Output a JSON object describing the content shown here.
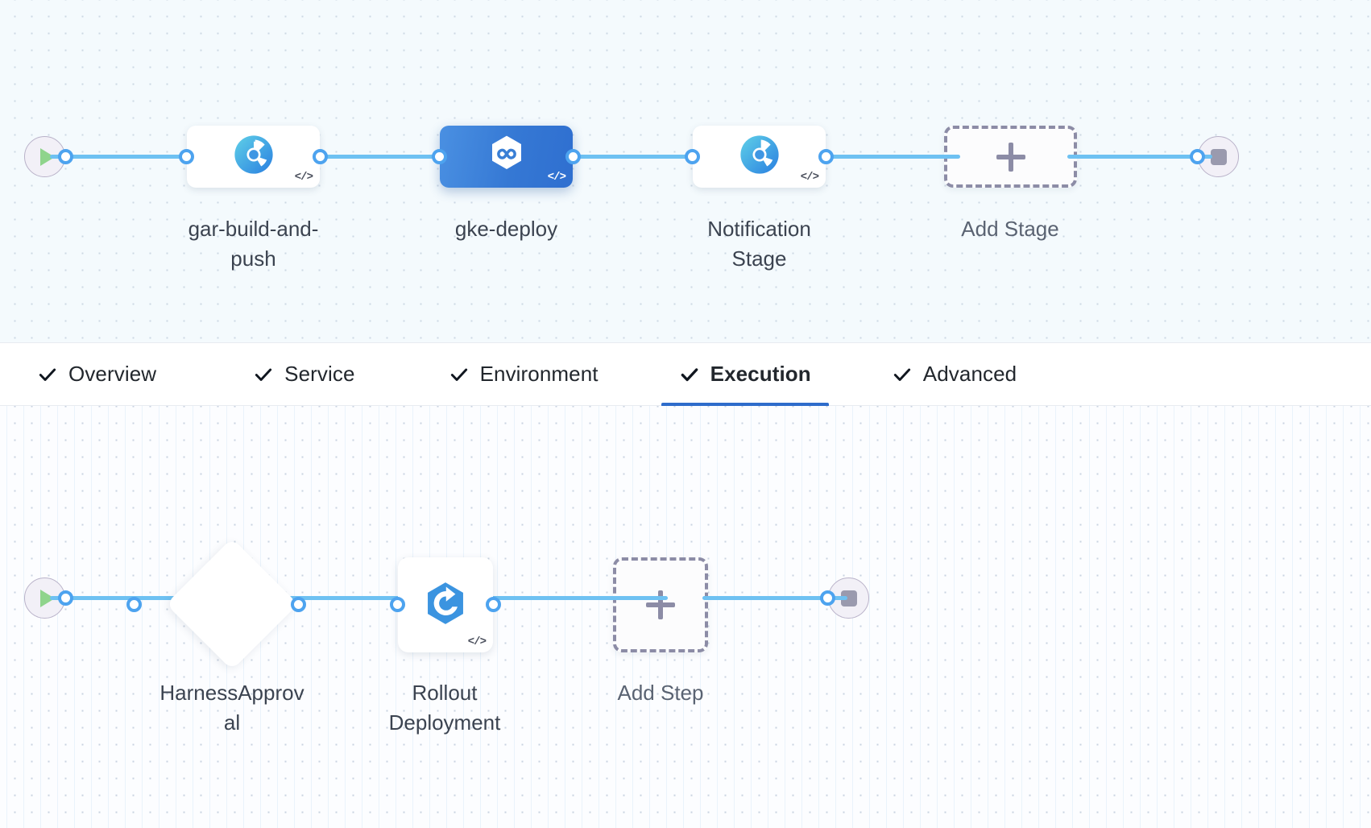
{
  "stage_canvas": {
    "start_node": {
      "name": "Pipeline Start",
      "icon": "play-icon"
    },
    "end_node": {
      "name": "Pipeline End",
      "icon": "stop-icon"
    },
    "stages": [
      {
        "label": "gar-build-and-\npush",
        "icon": "harness-custom-stage-icon",
        "badge": "</>",
        "selected": false
      },
      {
        "label": "gke-deploy",
        "icon": "harness-deploy-stage-icon",
        "badge": "</>",
        "selected": true
      },
      {
        "label": "Notification\nStage",
        "icon": "harness-custom-stage-icon",
        "badge": "</>",
        "selected": false
      }
    ],
    "add_stage": {
      "label": "Add Stage",
      "icon": "plus-icon"
    }
  },
  "tabs": {
    "items": [
      {
        "label": "Overview",
        "icon": "check-icon",
        "active": false
      },
      {
        "label": "Service",
        "icon": "check-icon",
        "active": false
      },
      {
        "label": "Environment",
        "icon": "check-icon",
        "active": false
      },
      {
        "label": "Execution",
        "icon": "check-icon",
        "active": true
      },
      {
        "label": "Advanced",
        "icon": "check-icon",
        "active": false
      }
    ],
    "active_indicator_color": "#2e6ccb"
  },
  "step_canvas": {
    "start_node": {
      "name": "Execution Start",
      "icon": "play-icon"
    },
    "end_node": {
      "name": "Execution End",
      "icon": "stop-icon"
    },
    "steps": [
      {
        "label": "HarnessApprov\nal",
        "icon": "harness-approval-icon",
        "shape": "diamond",
        "badge": ""
      },
      {
        "label": "Rollout\nDeployment",
        "icon": "k8s-rollout-icon",
        "shape": "square",
        "badge": "</>"
      }
    ],
    "add_step": {
      "label": "Add Step",
      "icon": "plus-icon"
    }
  },
  "colors": {
    "connector": "#6ec1f2",
    "port_ring": "#4da3ef",
    "selected_stage": "#3578d4",
    "accent": "#2e6ccb",
    "stage_canvas_bg": "#f4fafd",
    "step_canvas_bg": "#fcfdff",
    "play_green": "#8fd48c",
    "stop_gray": "#9a9aae",
    "dashed_border": "#8c8ca6"
  }
}
